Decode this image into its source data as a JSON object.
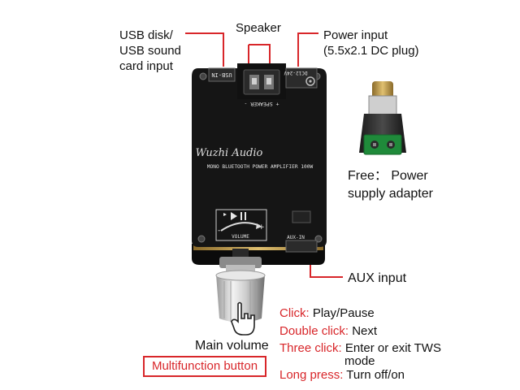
{
  "labels": {
    "usb_line1": "USB disk/",
    "usb_line2": "USB sound",
    "usb_line3": "card input",
    "speaker": "Speaker",
    "power_line1": "Power input",
    "power_line2": "(5.5x2.1 DC plug)",
    "free_line1": "Free： Power",
    "free_line2": "supply adapter",
    "aux": "AUX input",
    "main_volume": "Main volume",
    "multifunction": "Multifunction button"
  },
  "actions": [
    {
      "key": "Click:",
      "value": "Play/Pause"
    },
    {
      "key": "Double click:",
      "value": "Next"
    },
    {
      "key": "Three click:",
      "value": "Enter or exit TWS"
    },
    {
      "key": "",
      "value": "mode"
    },
    {
      "key": "Long press:",
      "value": "Turn off/on"
    }
  ],
  "board": {
    "brand": "Wuzhi Audio",
    "subtitle": "MONO BLUETOOTH POWER AMPLIFIER 100W",
    "usb_port": "USB-IN",
    "dc_port": "DC12-24V",
    "speaker_port": "+ SPEAKER -",
    "volume_text": "VOLUME",
    "aux_port": "AUX-IN"
  },
  "colors": {
    "accent": "#d8262a",
    "board": "#151515",
    "adapter_green": "#1f8a3a"
  },
  "icons": [
    "play-pause-icon",
    "hand-pointer-icon",
    "dc-plug-icon"
  ]
}
